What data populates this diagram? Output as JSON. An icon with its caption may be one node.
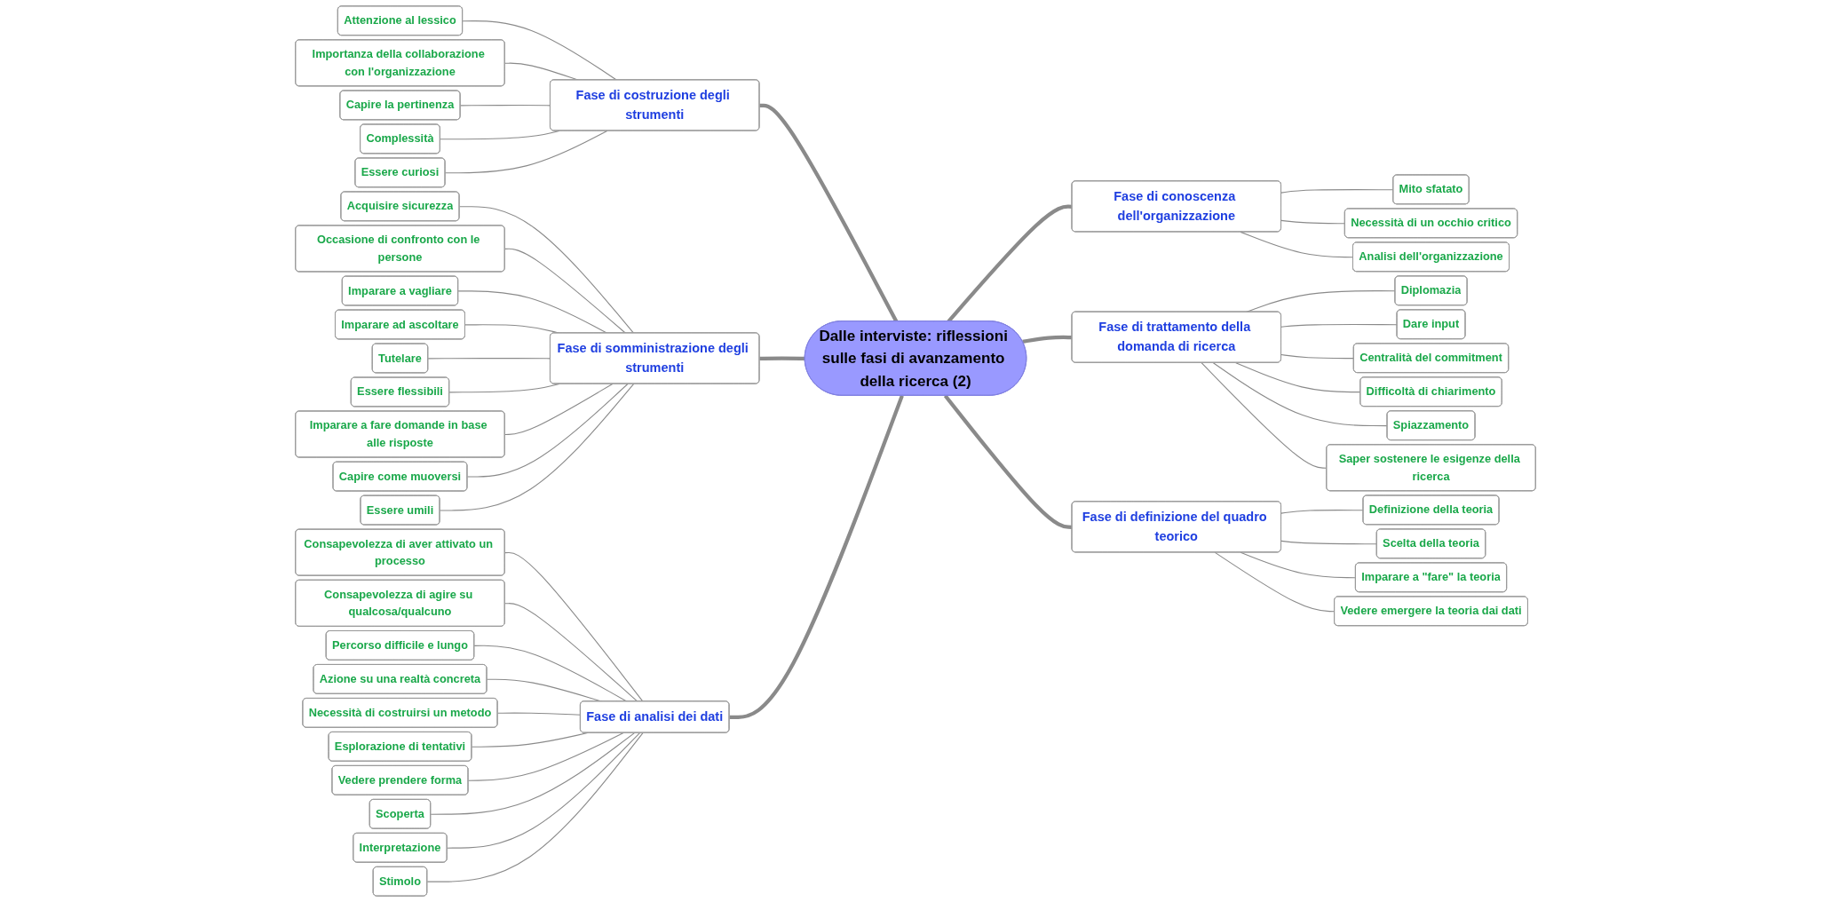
{
  "diagram": {
    "nodes": [
      {
        "text": [
          "Dalle interviste: riflessioni sulle fasi di avanzamento della ricerca (2)"
        ]
      },
      {
        "text": [
          "Fase di costruzione degli strumenti"
        ]
      },
      {
        "text": [
          "Attenzione al lessico"
        ]
      },
      {
        "text": [
          "Importanza della collaborazione con l'organizzazione"
        ]
      },
      {
        "text": [
          "Capire la pertinenza"
        ]
      },
      {
        "text": [
          "Complessità"
        ]
      },
      {
        "text": [
          "Essere curiosi"
        ]
      },
      {
        "text": [
          "Fase di somministrazione degli strumenti"
        ]
      },
      {
        "text": [
          "Acquisire sicurezza"
        ]
      },
      {
        "text": [
          "Occasione di confronto con le persone"
        ]
      },
      {
        "text": [
          "Imparare a vagliare"
        ]
      },
      {
        "text": [
          "Imparare ad ascoltare"
        ]
      },
      {
        "text": [
          "Tutelare"
        ]
      },
      {
        "text": [
          "Essere flessibili"
        ]
      },
      {
        "text": [
          "Imparare a fare domande in base alle risposte"
        ]
      },
      {
        "text": [
          "Capire come muoversi"
        ]
      },
      {
        "text": [
          "Essere umili"
        ]
      },
      {
        "text": [
          "Fase di analisi dei dati"
        ]
      },
      {
        "text": [
          "Consapevolezza di aver attivato un processo"
        ]
      },
      {
        "text": [
          "Consapevolezza di agire su qualcosa/qualcuno"
        ]
      },
      {
        "text": [
          "Percorso difficile e lungo"
        ]
      },
      {
        "text": [
          "Azione su una realtà concreta"
        ]
      },
      {
        "text": [
          "Necessità di costruirsi un metodo"
        ]
      },
      {
        "text": [
          "Esplorazione di tentativi"
        ]
      },
      {
        "text": [
          "Vedere prendere forma"
        ]
      },
      {
        "text": [
          "Scoperta"
        ]
      },
      {
        "text": [
          "Interpretazione"
        ]
      },
      {
        "text": [
          "Stimolo"
        ]
      },
      {
        "text": [
          "Fase di conoscenza dell'organizzazione"
        ]
      },
      {
        "text": [
          "Mito sfatato"
        ]
      },
      {
        "text": [
          "Necessità di un occhio critico"
        ]
      },
      {
        "text": [
          "Analisi dell'organizzazione"
        ]
      },
      {
        "text": [
          "Fase di trattamento della domanda di ricerca"
        ]
      },
      {
        "text": [
          "Diplomazia"
        ]
      },
      {
        "text": [
          "Dare input"
        ]
      },
      {
        "text": [
          "Centralità del commitment"
        ]
      },
      {
        "text": [
          "Difficoltà di chiarimento"
        ]
      },
      {
        "text": [
          "Spiazzamento"
        ]
      },
      {
        "text": [
          "Saper sostenere le esigenze della ricerca"
        ]
      },
      {
        "text": [
          "Fase di definizione del quadro teorico"
        ]
      },
      {
        "text": [
          "Definizione della teoria"
        ]
      },
      {
        "text": [
          "Scelta della teoria"
        ]
      },
      {
        "text": [
          "Imparare a \"fare\" la teoria"
        ]
      },
      {
        "text": [
          "Vedere emergere la teoria dai dati"
        ]
      }
    ],
    "edges": [
      {
        "from": 1,
        "to": 0,
        "arrow": "none",
        "style": "thick"
      },
      {
        "from": 2,
        "to": 1,
        "arrow": "none"
      },
      {
        "from": 3,
        "to": 1,
        "arrow": "none"
      },
      {
        "from": 4,
        "to": 1,
        "arrow": "none"
      },
      {
        "from": 5,
        "to": 1,
        "arrow": "none"
      },
      {
        "from": 6,
        "to": 1,
        "arrow": "none"
      },
      {
        "from": 7,
        "to": 0,
        "arrow": "none",
        "style": "thick"
      },
      {
        "from": 8,
        "to": 7,
        "arrow": "none"
      },
      {
        "from": 9,
        "to": 7,
        "arrow": "none"
      },
      {
        "from": 10,
        "to": 7,
        "arrow": "none"
      },
      {
        "from": 11,
        "to": 7,
        "arrow": "none"
      },
      {
        "from": 12,
        "to": 7,
        "arrow": "none"
      },
      {
        "from": 13,
        "to": 7,
        "arrow": "none"
      },
      {
        "from": 14,
        "to": 7,
        "arrow": "none"
      },
      {
        "from": 15,
        "to": 7,
        "arrow": "none"
      },
      {
        "from": 16,
        "to": 7,
        "arrow": "none"
      },
      {
        "from": 17,
        "to": 0,
        "arrow": "none",
        "style": "thick"
      },
      {
        "from": 18,
        "to": 17,
        "arrow": "none"
      },
      {
        "from": 19,
        "to": 17,
        "arrow": "none"
      },
      {
        "from": 20,
        "to": 17,
        "arrow": "none"
      },
      {
        "from": 21,
        "to": 17,
        "arrow": "none"
      },
      {
        "from": 22,
        "to": 17,
        "arrow": "none"
      },
      {
        "from": 23,
        "to": 17,
        "arrow": "none"
      },
      {
        "from": 24,
        "to": 17,
        "arrow": "none"
      },
      {
        "from": 25,
        "to": 17,
        "arrow": "none"
      },
      {
        "from": 26,
        "to": 17,
        "arrow": "none"
      },
      {
        "from": 27,
        "to": 17,
        "arrow": "none"
      },
      {
        "from": 0,
        "to": 28,
        "arrow": "none",
        "style": "thick"
      },
      {
        "from": 28,
        "to": 29,
        "arrow": "none"
      },
      {
        "from": 28,
        "to": 30,
        "arrow": "none"
      },
      {
        "from": 28,
        "to": 31,
        "arrow": "none"
      },
      {
        "from": 0,
        "to": 32,
        "arrow": "none",
        "style": "thick"
      },
      {
        "from": 32,
        "to": 33,
        "arrow": "none"
      },
      {
        "from": 32,
        "to": 34,
        "arrow": "none"
      },
      {
        "from": 32,
        "to": 35,
        "arrow": "none"
      },
      {
        "from": 32,
        "to": 36,
        "arrow": "none"
      },
      {
        "from": 32,
        "to": 37,
        "arrow": "none"
      },
      {
        "from": 32,
        "to": 38,
        "arrow": "none"
      },
      {
        "from": 0,
        "to": 39,
        "arrow": "none",
        "style": "thick"
      },
      {
        "from": 39,
        "to": 40,
        "arrow": "none"
      },
      {
        "from": 39,
        "to": 41,
        "arrow": "none"
      },
      {
        "from": 39,
        "to": 42,
        "arrow": "none"
      },
      {
        "from": 39,
        "to": 43,
        "arrow": "none"
      }
    ]
  }
}
